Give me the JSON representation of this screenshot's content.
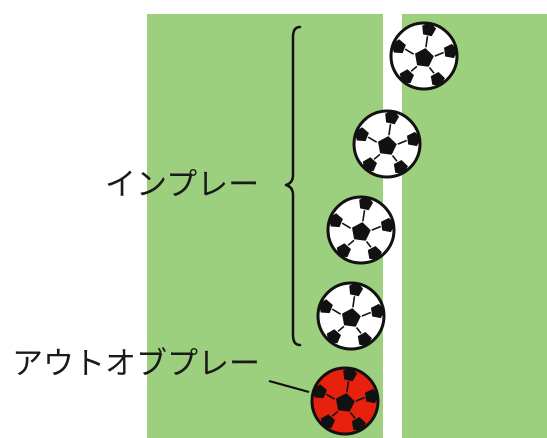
{
  "labels": {
    "in_play": "インプレー",
    "out_of_play": "アウトオブプレー"
  },
  "colors": {
    "field": "#9ccf7e",
    "line": "#ffffff",
    "ball": "#ffffff",
    "ball_out": "#e8200e",
    "outline": "#111111"
  },
  "balls": [
    {
      "state": "in_play"
    },
    {
      "state": "in_play"
    },
    {
      "state": "in_play"
    },
    {
      "state": "in_play"
    },
    {
      "state": "out_of_play"
    }
  ]
}
